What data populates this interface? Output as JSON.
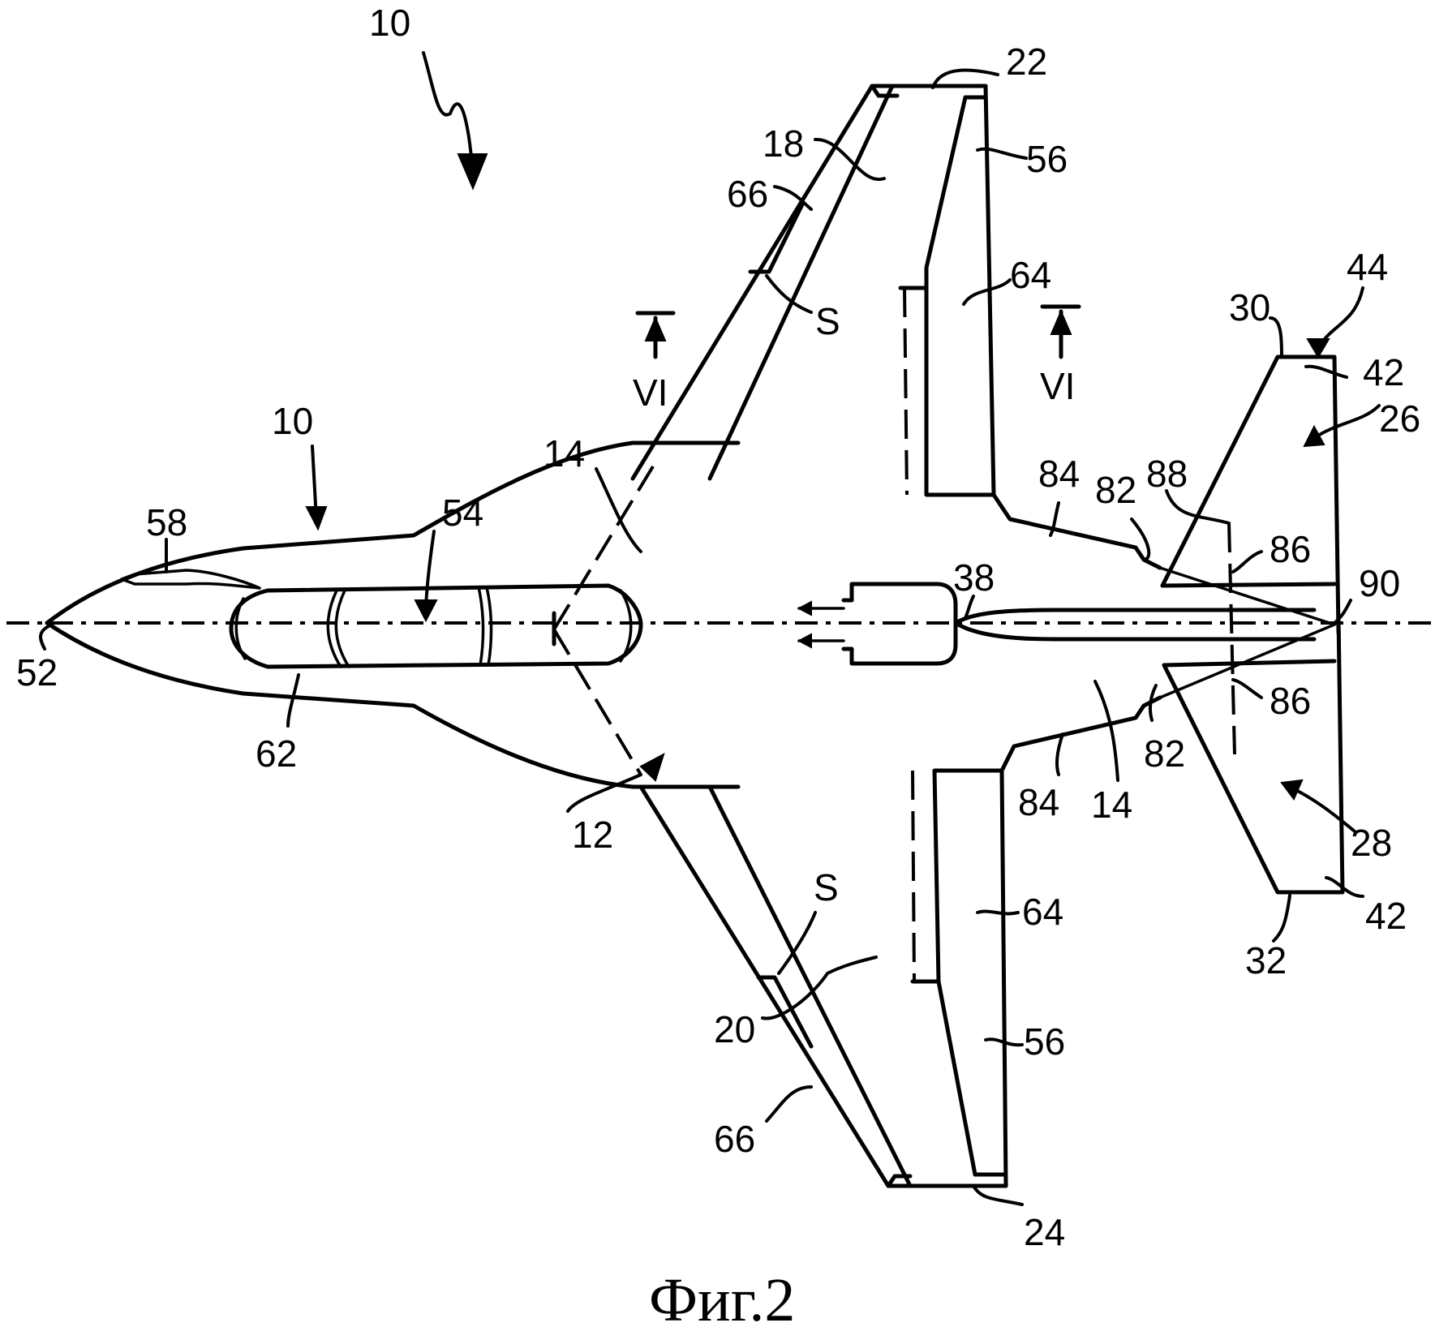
{
  "figure": {
    "caption": "Фиг.2",
    "description": "Aircraft planform, top view, with reference numerals"
  },
  "labels": {
    "l10_top": "10",
    "l10_mid": "10",
    "l22": "22",
    "l18": "18",
    "l56_top": "56",
    "l66_top": "66",
    "l64_top": "64",
    "l44": "44",
    "l30": "30",
    "l42_top": "42",
    "l26": "26",
    "s_top": "S",
    "vi_left": "VI",
    "vi_right": "VI",
    "l14_top": "14",
    "l84_top": "84",
    "l82_top": "82",
    "l88": "88",
    "l86_top": "86",
    "l58": "58",
    "l54": "54",
    "l38": "38",
    "l90": "90",
    "l52": "52",
    "l62": "62",
    "l86_bot": "86",
    "l82_bot": "82",
    "l84_bot": "84",
    "l14_bot": "14",
    "l12": "12",
    "l28": "28",
    "s_bot": "S",
    "l64_bot": "64",
    "l42_bot": "42",
    "l32": "32",
    "l20": "20",
    "l56_bot": "56",
    "l66_bot": "66",
    "l24": "24"
  }
}
